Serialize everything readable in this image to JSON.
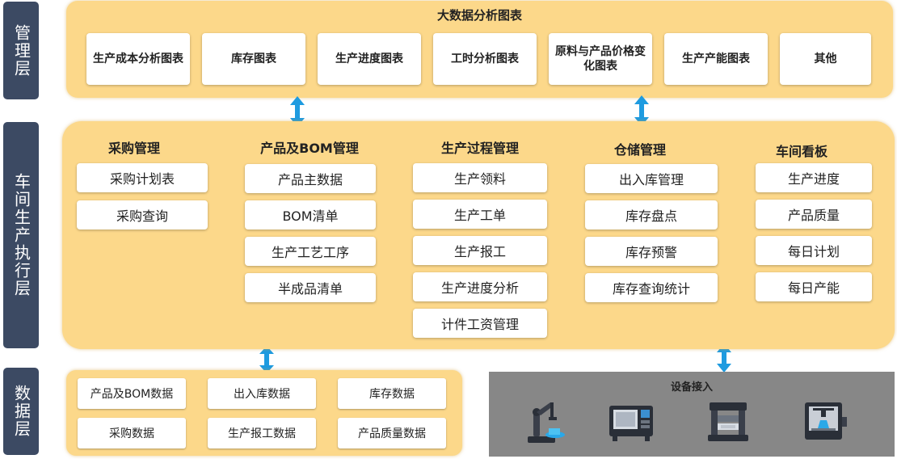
{
  "layers": {
    "management": "管理层",
    "execution": "车间生产执行层",
    "data": "数据层"
  },
  "management": {
    "title": "大数据分析图表",
    "items": [
      "生产成本分析图表",
      "库存图表",
      "生产进度图表",
      "工时分析图表",
      "原料与产品价格变化图表",
      "生产产能图表",
      "其他"
    ]
  },
  "execution": {
    "columns": [
      {
        "title": "采购管理",
        "items": [
          "采购计划表",
          "采购查询"
        ]
      },
      {
        "title": "产品及BOM管理",
        "items": [
          "产品主数据",
          "BOM清单",
          "生产工艺工序",
          "半成品清单"
        ]
      },
      {
        "title": "生产过程管理",
        "items": [
          "生产领料",
          "生产工单",
          "生产报工",
          "生产进度分析",
          "计件工资管理"
        ]
      },
      {
        "title": "仓储管理",
        "items": [
          "出入库管理",
          "库存盘点",
          "库存预警",
          "库存查询统计"
        ]
      },
      {
        "title": "车间看板",
        "items": [
          "生产进度",
          "产品质量",
          "每日计划",
          "每日产能"
        ]
      }
    ]
  },
  "data_layer": {
    "items": [
      "产品及BOM数据",
      "出入库数据",
      "库存数据",
      "采购数据",
      "生产报工数据",
      "产品质量数据"
    ]
  },
  "equipment": {
    "title": "设备接入",
    "icons": [
      "robot-arm-icon",
      "cnc-machine-icon",
      "press-machine-icon",
      "3d-printer-icon"
    ]
  },
  "colors": {
    "panel": "#fcd88a",
    "label_bg": "#3c4a63",
    "arrow": "#1e9be0",
    "equipment_bg": "#878787"
  }
}
